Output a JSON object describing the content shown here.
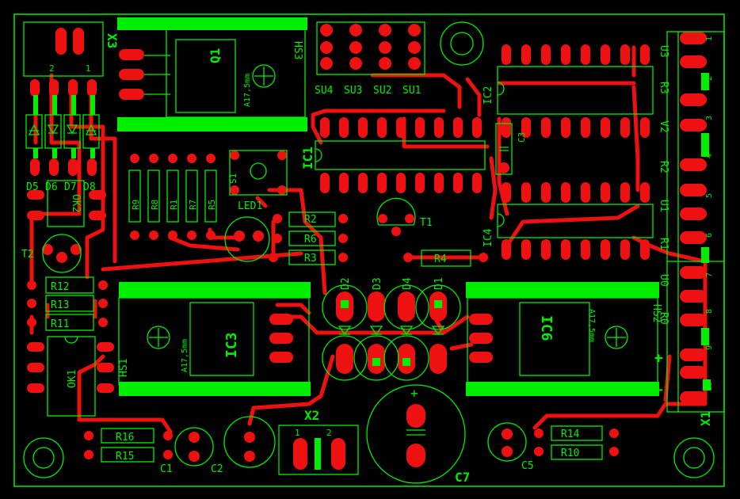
{
  "colors": {
    "background": "#000000",
    "silkscreen": "#00ee00",
    "copper": "#ee1111"
  },
  "connectors": {
    "x3": {
      "ref": "X3",
      "pins": [
        "2",
        "1"
      ]
    },
    "x2": {
      "ref": "X2",
      "pins": [
        "1",
        "2"
      ]
    },
    "x1": {
      "ref": "X1",
      "pins": [
        "1",
        "2",
        "3",
        "4",
        "5",
        "6",
        "7",
        "8",
        "9",
        "10"
      ]
    }
  },
  "heatsinks": [
    "HS1",
    "HS2",
    "HS3"
  ],
  "heatsink_text": "A17,5mm",
  "ics": [
    "IC1",
    "IC2",
    "IC3",
    "IC4",
    "IC6"
  ],
  "transistors": [
    "Q1",
    "T1",
    "T2"
  ],
  "optos": [
    "OK1",
    "OK2"
  ],
  "diodes_top": [
    "D5",
    "D6",
    "D7",
    "D8"
  ],
  "diodes_mid": [
    "D1",
    "D2",
    "D3",
    "D4"
  ],
  "resistors_horizontal": [
    "R2",
    "R3",
    "R4",
    "R6",
    "R10",
    "R11",
    "R12",
    "R13",
    "R14",
    "R15",
    "R16"
  ],
  "resistors_vertical": [
    "R9",
    "R8",
    "R1",
    "R7",
    "R5"
  ],
  "capacitors": [
    "C1",
    "C2",
    "C3",
    "C5",
    "C7"
  ],
  "solder_jumpers": [
    "SU4",
    "SU3",
    "SU2",
    "SU1"
  ],
  "misc_labels": [
    "LED1",
    "S1",
    "U3",
    "R3",
    "V2",
    "R2",
    "U1",
    "R1",
    "U0",
    "R0"
  ],
  "polarity_plus": "+",
  "polarity_minus": "−"
}
